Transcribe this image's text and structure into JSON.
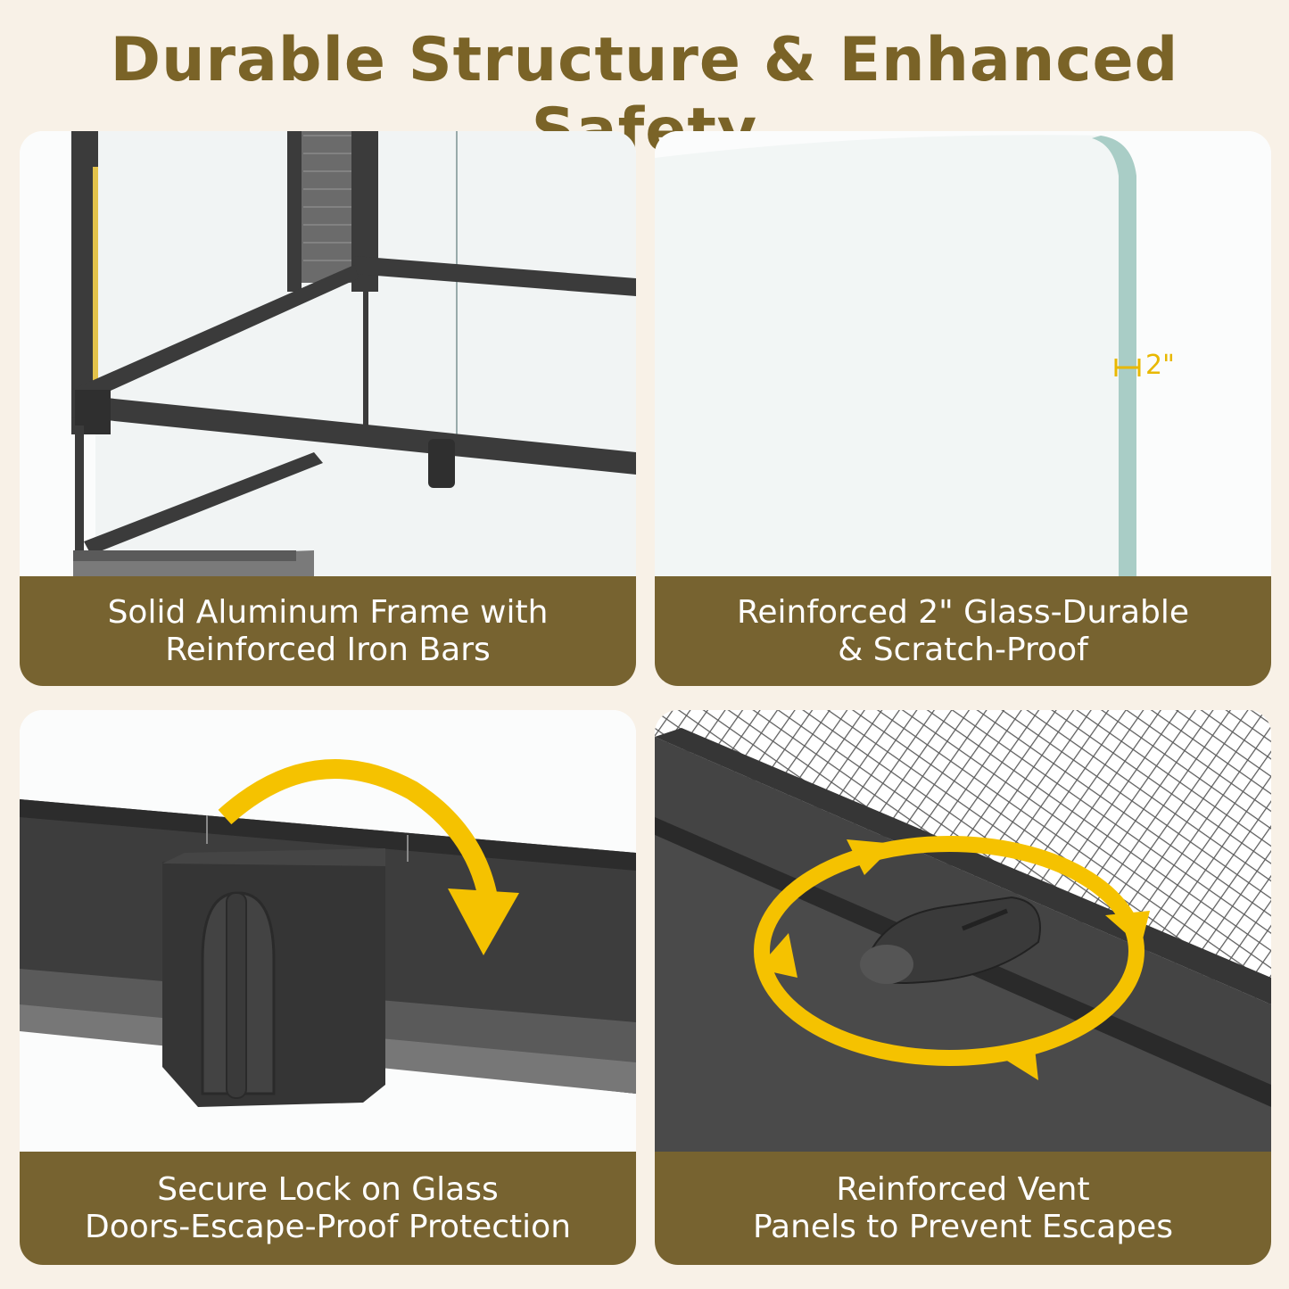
{
  "title": "Durable Structure & Enhanced Safety",
  "colors": {
    "background": "#f8f1e7",
    "title": "#7a6327",
    "caption_bar": "#776330",
    "accent_arrow": "#f5c200",
    "frame": "#3b3b3b"
  },
  "panels": [
    {
      "caption_line1": "Solid Aluminum Frame with",
      "caption_line2": "Reinforced Iron Bars",
      "icon": "aluminum-frame-image"
    },
    {
      "caption_line1": "Reinforced 2\" Glass-Durable",
      "caption_line2": "& Scratch-Proof",
      "dimension_label": "2\"",
      "icon": "glass-pane-image"
    },
    {
      "caption_line1": "Secure Lock on Glass",
      "caption_line2": "Doors-Escape-Proof Protection",
      "icon": "door-lock-image"
    },
    {
      "caption_line1": "Reinforced Vent",
      "caption_line2": "Panels to Prevent Escapes",
      "icon": "vent-lock-image"
    }
  ]
}
